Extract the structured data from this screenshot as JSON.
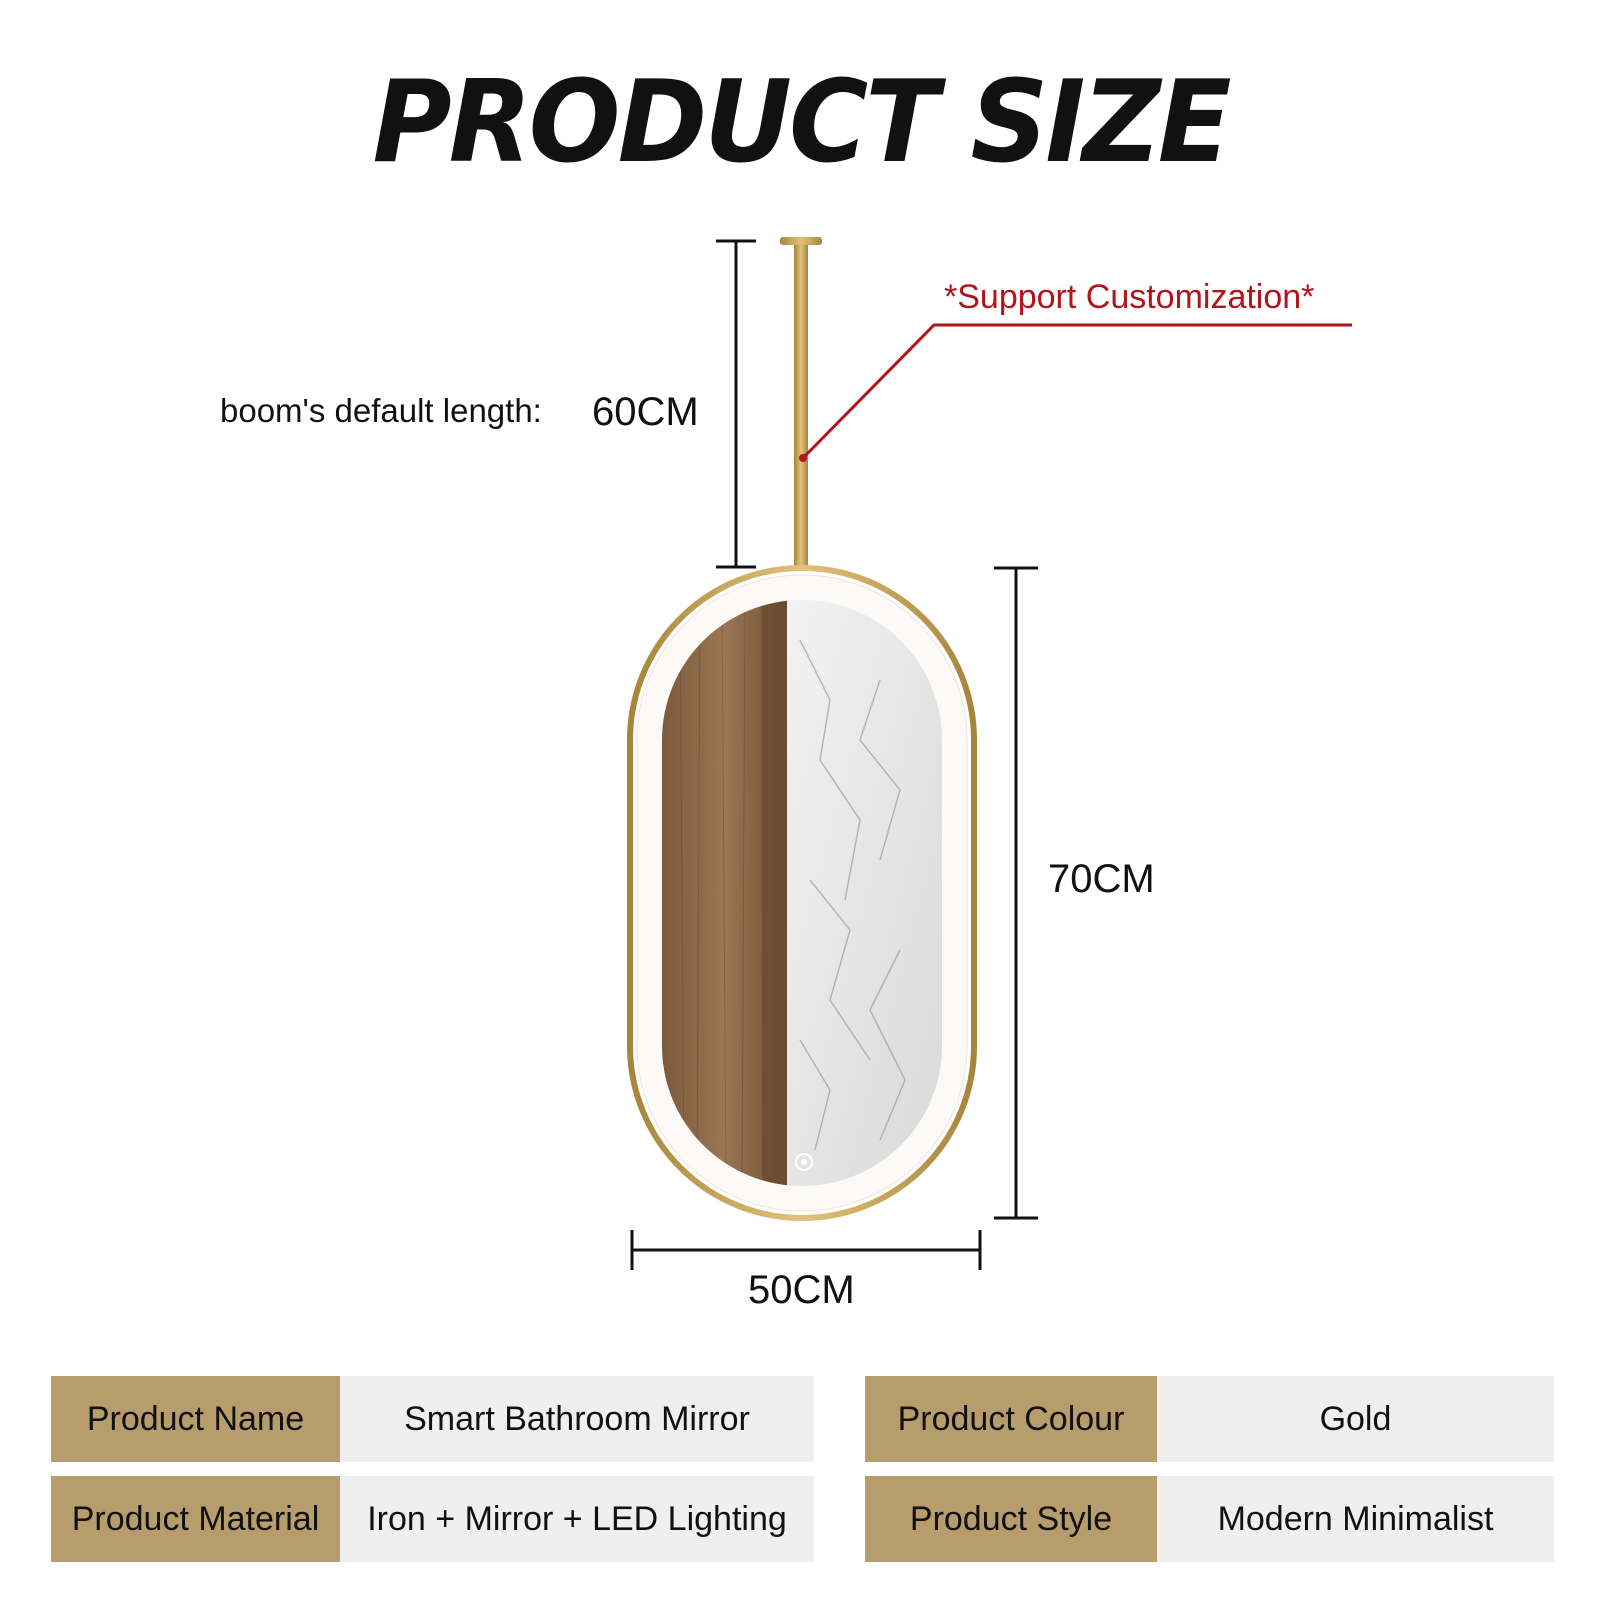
{
  "title": "PRODUCT SIZE",
  "dimensions": {
    "boom_label": "boom's default length:",
    "boom_value": "60CM",
    "customization_note": "*Support Customization*",
    "height_value": "70CM",
    "width_value": "50CM"
  },
  "colors": {
    "gold": "#c7a24f",
    "note_red": "#b3131b",
    "table_key_bg": "#b89d6c",
    "table_value_bg": "#efefef"
  },
  "specs_left": [
    {
      "key": "Product Name",
      "value": "Smart Bathroom Mirror"
    },
    {
      "key": "Product Material",
      "value": "Iron + Mirror + LED Lighting"
    }
  ],
  "specs_right": [
    {
      "key": "Product Colour",
      "value": "Gold"
    },
    {
      "key": "Product Style",
      "value": "Modern Minimalist"
    }
  ],
  "icons": {
    "touch_switch": "power-touch-icon"
  }
}
